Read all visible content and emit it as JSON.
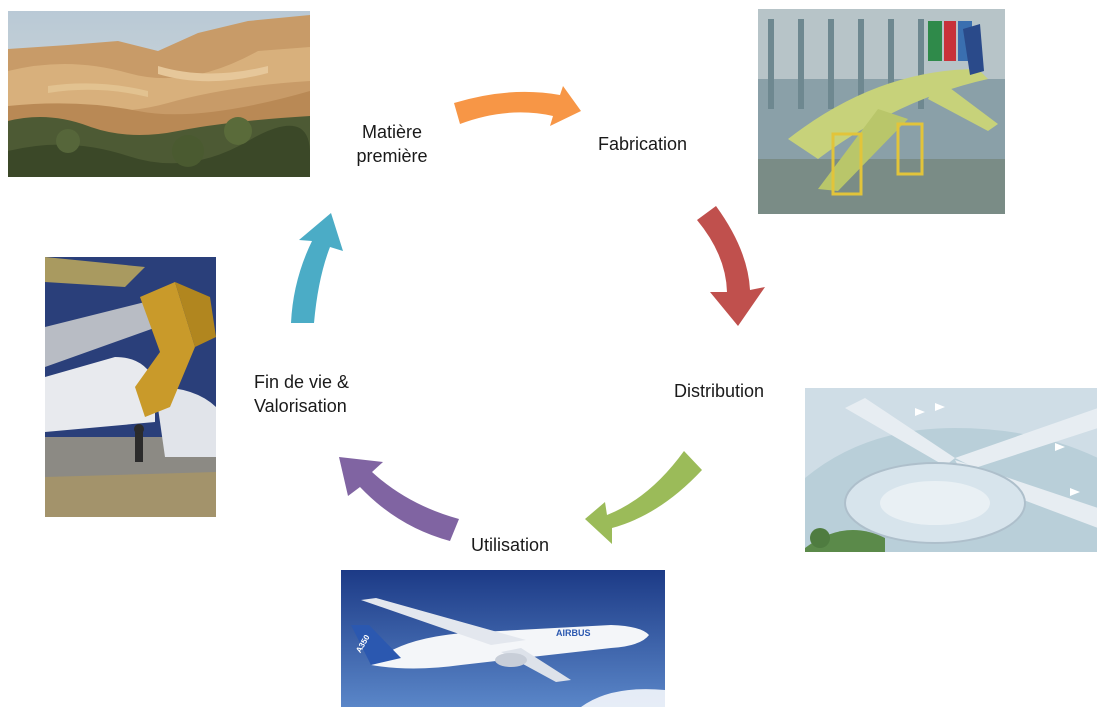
{
  "stages": {
    "raw_material": {
      "line1": "Matière",
      "line2": "première"
    },
    "manufacturing": {
      "label": "Fabrication"
    },
    "distribution": {
      "label": "Distribution"
    },
    "use": {
      "label": "Utilisation"
    },
    "end_of_life": {
      "line1": "Fin de vie &",
      "line2": "Valorisation"
    }
  },
  "arrows": [
    {
      "from": "raw_material",
      "to": "manufacturing",
      "color": "#f79646"
    },
    {
      "from": "manufacturing",
      "to": "distribution",
      "color": "#c0504d"
    },
    {
      "from": "distribution",
      "to": "use",
      "color": "#9bbb59"
    },
    {
      "from": "use",
      "to": "end_of_life",
      "color": "#8064a2"
    },
    {
      "from": "end_of_life",
      "to": "raw_material",
      "color": "#4bacc6"
    }
  ],
  "photos": {
    "quarry": {
      "subject": "open-pit mine"
    },
    "factory": {
      "subject": "aircraft assembly hall"
    },
    "airport": {
      "subject": "airport terminal"
    },
    "airplane": {
      "subject": "airliner in flight",
      "livery_text": "AIRBUS",
      "tail_text": "A350"
    },
    "dismantling": {
      "subject": "aircraft dismantling"
    }
  }
}
